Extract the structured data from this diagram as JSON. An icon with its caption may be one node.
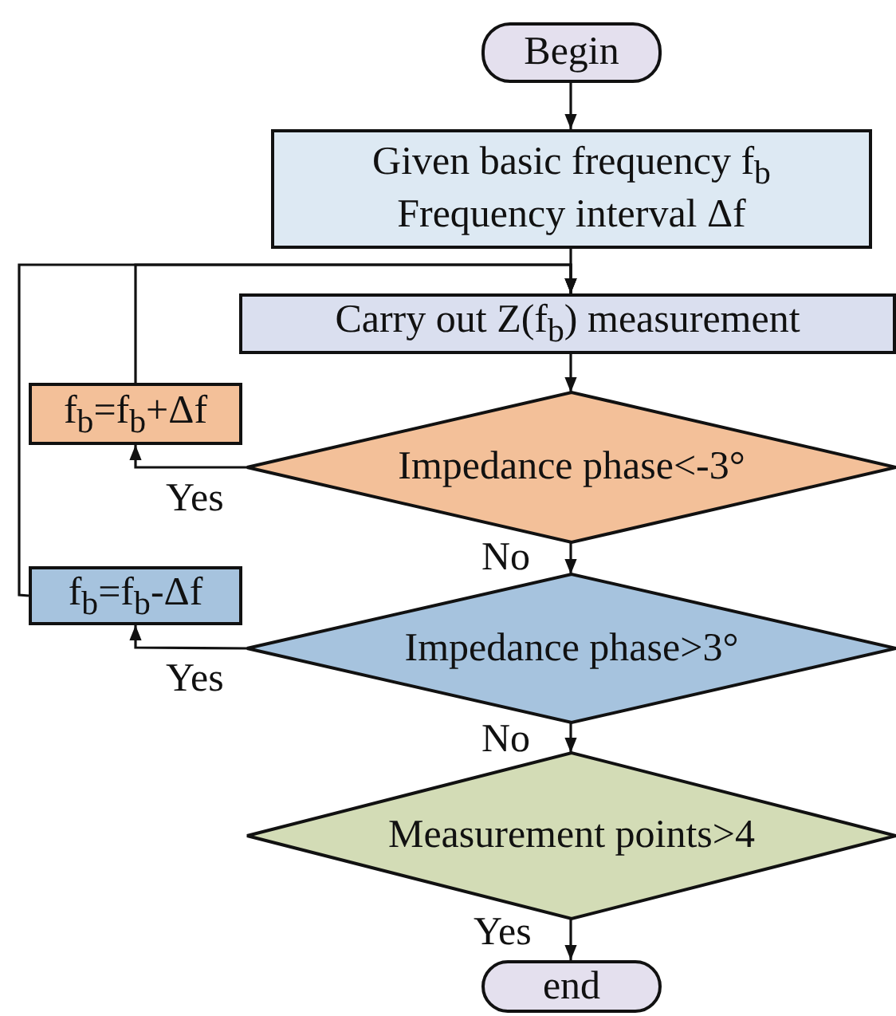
{
  "diagram": {
    "nodes": [
      {
        "text": [
          "Begin"
        ]
      },
      {
        "text": [
          "Given basic frequency f$_{b}$",
          "Frequency interval Δf"
        ]
      },
      {
        "text": [
          "Carry out Z(f$_{b}$) measurement"
        ]
      },
      {
        "text": [
          "Impedance phase<-3°"
        ]
      },
      {
        "text": [
          "f$_{b}$=f$_{b}$+Δf"
        ]
      },
      {
        "text": [
          "Impedance phase>3°"
        ]
      },
      {
        "text": [
          "f$_{b}$=f$_{b}$-Δf"
        ]
      },
      {
        "text": [
          "Measurement points>4"
        ]
      },
      {
        "text": [
          "end"
        ]
      }
    ],
    "edges": [
      {
        "from": 0,
        "to": 1,
        "arrow": "to"
      },
      {
        "from": 1,
        "to": 2,
        "arrow": "to"
      },
      {
        "from": 2,
        "to": 3,
        "arrow": "to"
      },
      {
        "from": 3,
        "to": 4,
        "arrow": "to",
        "label": "Yes"
      },
      {
        "from": 3,
        "to": 5,
        "arrow": "to",
        "label": "No"
      },
      {
        "from": 5,
        "to": 6,
        "arrow": "to",
        "label": "Yes"
      },
      {
        "from": 5,
        "to": 7,
        "arrow": "to",
        "label": "No"
      },
      {
        "from": 7,
        "to": 8,
        "arrow": "to",
        "label": "Yes"
      },
      {
        "from": 4,
        "to": 2,
        "arrow": "to"
      },
      {
        "from": 6,
        "to": 2,
        "arrow": "to"
      }
    ]
  }
}
